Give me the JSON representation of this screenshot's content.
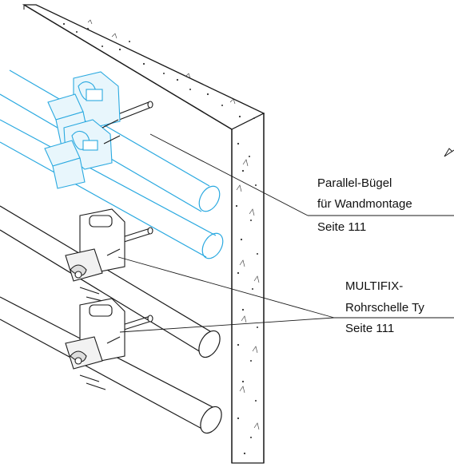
{
  "annotations": {
    "parallel_bugel": {
      "line1": "Parallel-Bügel",
      "line2": "für Wandmontage",
      "line3": "Seite 111"
    },
    "multifix": {
      "line1": "MULTIFIX-",
      "line2": "Rohrschelle Ty",
      "line3": "Seite 111"
    }
  },
  "colors": {
    "ink": "#1a1a1a",
    "highlight": "#2aa9e0",
    "highlight_light": "#7fd0f2",
    "background": "#ffffff"
  },
  "icons": {
    "section_marker": "line-arrow-icon",
    "highlighted_clamp": "parallel-clamp-icon",
    "standard_clamp": "multifix-clamp-icon",
    "anchor": "anchor-bolt-icon"
  }
}
